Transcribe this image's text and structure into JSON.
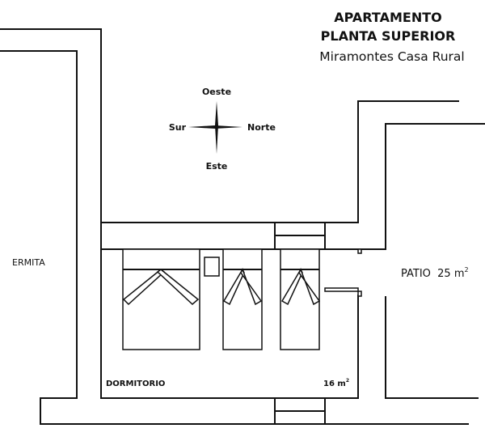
{
  "title": {
    "line1": "APARTAMENTO",
    "line2": "PLANTA SUPERIOR",
    "subtitle": "Miramontes Casa Rural"
  },
  "compass": {
    "top": "Oeste",
    "bottom": "Este",
    "left": "Sur",
    "right": "Norte"
  },
  "rooms": {
    "ermita": "ERMITA",
    "dormitorio": "DORMITORIO",
    "dormitorio_area": "16 m",
    "patio": "PATIO  25 m",
    "area_exponent": "2"
  }
}
